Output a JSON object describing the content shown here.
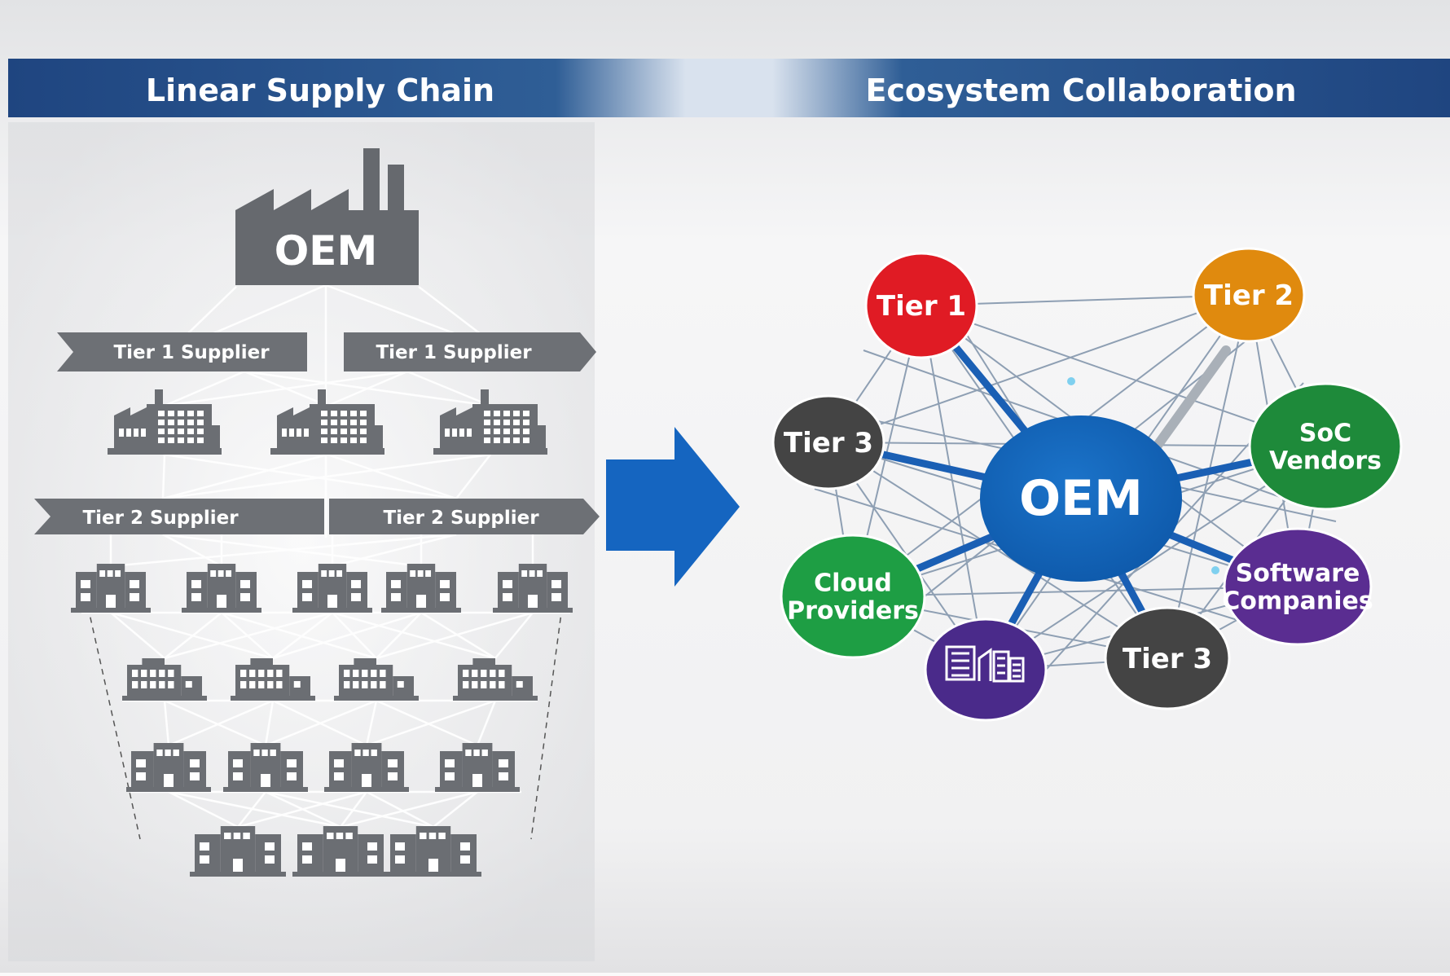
{
  "header": {
    "left_title": "Linear Supply Chain",
    "right_title": "Ecosystem Collaboration"
  },
  "linear": {
    "oem_label": "OEM",
    "tier1_labels": [
      "Tier 1 Supplier",
      "Tier 1 Supplier"
    ],
    "tier2_labels": [
      "Tier 2 Supplier",
      "Tier 2 Supplier"
    ]
  },
  "ecosystem": {
    "center_label": "OEM",
    "nodes": [
      {
        "id": "tier1",
        "lines": [
          "Tier 1"
        ],
        "color": "#e01b24"
      },
      {
        "id": "tier2",
        "lines": [
          "Tier 2"
        ],
        "color": "#e08a0e"
      },
      {
        "id": "soc",
        "lines": [
          "SoC",
          "Vendors"
        ],
        "color": "#1e8a3a"
      },
      {
        "id": "software",
        "lines": [
          "Software",
          "Companies"
        ],
        "color": "#5a2d91"
      },
      {
        "id": "tier3-bottom",
        "lines": [
          "Tier 3"
        ],
        "color": "#444444"
      },
      {
        "id": "buildings",
        "lines": [],
        "color": "#4a2a8a",
        "icon": "buildings-icon"
      },
      {
        "id": "cloud",
        "lines": [
          "Cloud",
          "Providers"
        ],
        "color": "#1e9e44"
      },
      {
        "id": "tier3-left",
        "lines": [
          "Tier 3"
        ],
        "color": "#444444"
      }
    ]
  },
  "colors": {
    "header_bar": "#1f4e8c",
    "arrow": "#1565c0",
    "oem_center": "#1565c0",
    "building_gray": "#6b6e73"
  }
}
